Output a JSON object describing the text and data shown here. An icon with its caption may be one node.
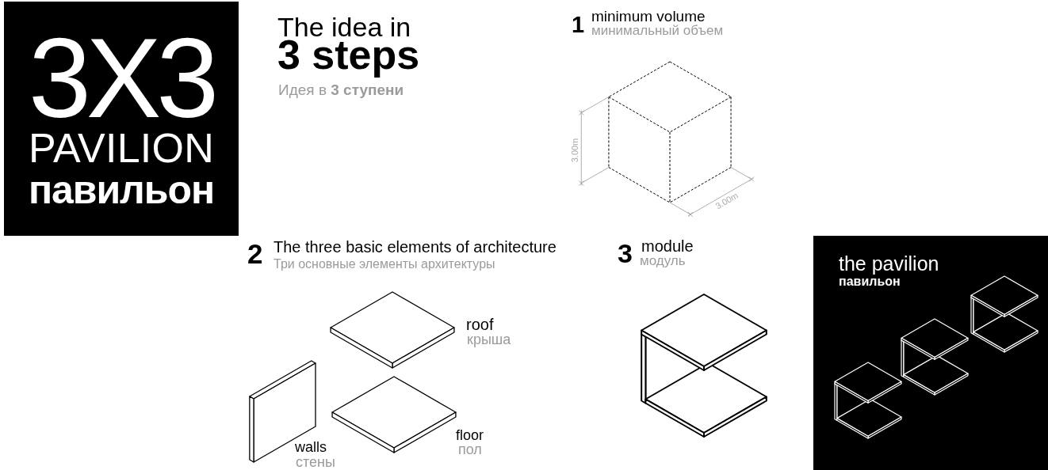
{
  "diagram": {
    "title": "The idea in **3 steps**",
    "nodes": [
      {
        "text": [
          "3X3",
          "PAVILION",
          "павильон"
        ]
      },
      {
        "text": [
          "the pavilion",
          "павильон"
        ]
      }
    ],
    "labels": [
      "Идея в **3 ступени**",
      "1",
      "minimum volume",
      "минимальный объем",
      "3.00m",
      "3.00m",
      "2",
      "The three basic elements of architecture",
      "Три основные элементы архитектуры",
      "roof",
      "крыша",
      "walls",
      "стены",
      "floor",
      "пол",
      "3",
      "module",
      "модуль"
    ]
  }
}
